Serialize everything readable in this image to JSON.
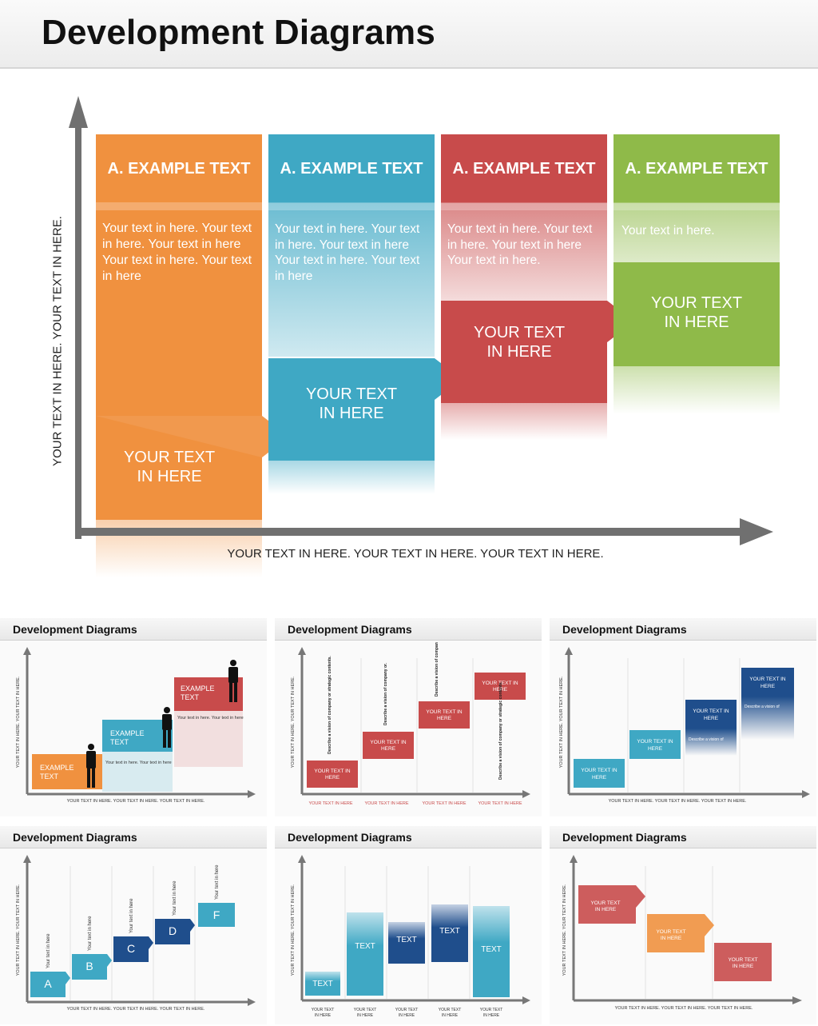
{
  "page_title": "Development Diagrams",
  "main": {
    "y_axis_label": "YOUR TEXT IN HERE. YOUR TEXT IN HERE.",
    "x_axis_label": "YOUR TEXT IN HERE. YOUR TEXT IN HERE. YOUR TEXT IN HERE.",
    "columns": [
      {
        "color": "#f0913f",
        "title": "A. EXAMPLE TEXT",
        "body": "Your text in here. Your text in here. Your text in here\nYour text in here. Your text in here",
        "step_line1": "YOUR TEXT",
        "step_line2": "IN HERE"
      },
      {
        "color": "#3fa8c4",
        "title": "A. EXAMPLE TEXT",
        "body": "Your text in here. Your text in here. Your text in here Your text in here. Your text in here",
        "step_line1": "YOUR TEXT",
        "step_line2": "IN HERE"
      },
      {
        "color": "#c84b4b",
        "title": "A. EXAMPLE TEXT",
        "body": "Your text in here. Your text in here. Your text in here Your text in here.",
        "step_line1": "YOUR TEXT",
        "step_line2": "IN HERE"
      },
      {
        "color": "#8fba49",
        "title": "A. EXAMPLE TEXT",
        "body": "Your text in here.",
        "step_line1": "YOUR TEXT",
        "step_line2": "IN HERE"
      }
    ]
  },
  "thumbnails": [
    {
      "title": "Development Diagrams",
      "y_label": "YOUR TEXT IN HERE. YOUR TEXT IN HERE.",
      "x_label": "YOUR TEXT IN HERE. YOUR TEXT IN HERE. YOUR TEXT IN HERE.",
      "step_label_1": "EXAMPLE",
      "step_label_2": "TEXT",
      "small_text": "Your text in here. Your text in here"
    },
    {
      "title": "Development Diagrams",
      "y_label": "YOUR TEXT IN HERE. YOUR TEXT IN HERE.",
      "box_label": "YOUR TEXT IN HERE",
      "x_label": "YOUR TEXT IN HERE",
      "vision_text": "Describe a vision of company or strategic contents."
    },
    {
      "title": "Development Diagrams",
      "y_label": "YOUR TEXT IN HERE. YOUR TEXT IN HERE.",
      "box_label": "YOUR TEXT IN HERE",
      "x_label": "YOUR TEXT IN HERE. YOUR TEXT IN HERE. YOUR TEXT IN HERE.",
      "vision_text": "Describe a vision of company or strategic contents."
    },
    {
      "title": "Development Diagrams",
      "y_label": "YOUR TEXT IN HERE. YOUR TEXT IN HERE.",
      "letters": [
        "A",
        "B",
        "C",
        "D",
        "F"
      ],
      "rot_text": "Your text in here",
      "x_label": "YOUR TEXT IN HERE. YOUR TEXT IN HERE. YOUR TEXT IN HERE."
    },
    {
      "title": "Development Diagrams",
      "y_label": "YOUR TEXT IN HERE. YOUR TEXT IN HERE.",
      "bar_label": "TEXT",
      "x_label": "YOUR TEXT IN HERE"
    },
    {
      "title": "Development Diagrams",
      "y_label": "YOUR TEXT IN HERE. YOUR TEXT IN HERE.",
      "box_label": "YOUR TEXT IN HERE",
      "x_label": "YOUR TEXT IN HERE. YOUR TEXT IN HERE. YOUR TEXT IN HERE."
    }
  ]
}
